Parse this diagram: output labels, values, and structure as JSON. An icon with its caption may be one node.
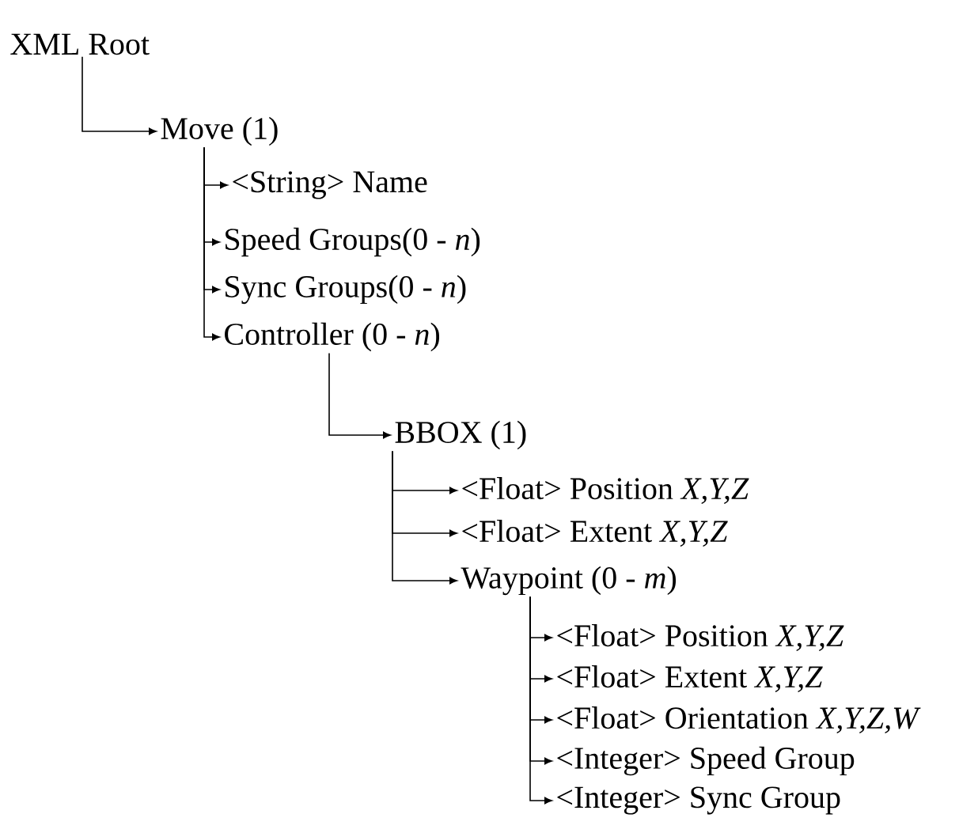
{
  "diagram": {
    "nodes": [
      {
        "text": [
          "XML Root"
        ]
      },
      {
        "text": [
          "Move (1)"
        ]
      },
      {
        "text": [
          "<String> Name"
        ]
      },
      {
        "text": [
          "Speed Groups(0 - *n*)"
        ]
      },
      {
        "text": [
          "Sync Groups(0 - *n*)"
        ]
      },
      {
        "text": [
          "Controller (0 - *n*)"
        ]
      },
      {
        "text": [
          "BBOX (1)"
        ]
      },
      {
        "text": [
          "<Float> Position *X,Y,Z*"
        ]
      },
      {
        "text": [
          "<Float> Extent *X,Y,Z*"
        ]
      },
      {
        "text": [
          "Waypoint (0 - *m*)"
        ]
      },
      {
        "text": [
          "<Float> Position *X,Y,Z*"
        ]
      },
      {
        "text": [
          "<Float> Extent *X,Y,Z*"
        ]
      },
      {
        "text": [
          "<Float> Orientation *X,Y,Z,W*"
        ]
      },
      {
        "text": [
          "<Integer> Speed Group"
        ]
      },
      {
        "text": [
          "<Integer> Sync Group"
        ]
      }
    ],
    "edges": [
      {
        "from": 0,
        "to": 1,
        "arrow": "to"
      },
      {
        "from": 1,
        "to": 2,
        "arrow": "to"
      },
      {
        "from": 1,
        "to": 3,
        "arrow": "to"
      },
      {
        "from": 1,
        "to": 4,
        "arrow": "to"
      },
      {
        "from": 1,
        "to": 5,
        "arrow": "to"
      },
      {
        "from": 5,
        "to": 6,
        "arrow": "to"
      },
      {
        "from": 6,
        "to": 7,
        "arrow": "to"
      },
      {
        "from": 6,
        "to": 8,
        "arrow": "to"
      },
      {
        "from": 6,
        "to": 9,
        "arrow": "to"
      },
      {
        "from": 9,
        "to": 10,
        "arrow": "to"
      },
      {
        "from": 9,
        "to": 11,
        "arrow": "to"
      },
      {
        "from": 9,
        "to": 12,
        "arrow": "to"
      },
      {
        "from": 9,
        "to": 13,
        "arrow": "to"
      },
      {
        "from": 9,
        "to": 14,
        "arrow": "to"
      }
    ]
  }
}
